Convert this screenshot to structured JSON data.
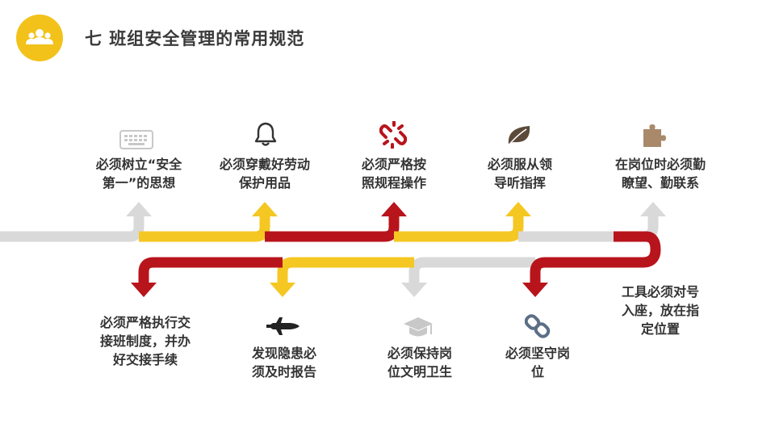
{
  "header": {
    "title": "七  班组安全管理的常用规范",
    "icon": "people-group-icon",
    "accent_color": "#F2C21B"
  },
  "colors": {
    "gray": "#D9D9D9",
    "yellow": "#F5C722",
    "red": "#B8141C"
  },
  "top_items": [
    {
      "line1": "必须树立“安全",
      "line2": "第一”的思想",
      "icon": "keyboard-icon",
      "arrow_color": "gray"
    },
    {
      "line1": "必须穿戴好劳动",
      "line2": "保护用品",
      "icon": "bell-icon",
      "arrow_color": "yellow"
    },
    {
      "line1": "必须严格按",
      "line2": "照规程操作",
      "icon": "broken-link-icon",
      "arrow_color": "red"
    },
    {
      "line1": "必须服从领",
      "line2": "导听指挥",
      "icon": "leaf-icon",
      "arrow_color": "yellow"
    },
    {
      "line1": "在岗位时必须勤",
      "line2": "瞭望、勤联系",
      "icon": "puzzle-icon",
      "arrow_color": "gray"
    }
  ],
  "bottom_items": [
    {
      "line1": "必须严格执行交",
      "line2": "接班制度，并办",
      "line3": "好交接手续",
      "icon": "",
      "arrow_color": "red"
    },
    {
      "line1": "发现隐患必",
      "line2": "须及时报告",
      "icon": "space-shuttle-icon",
      "arrow_color": "yellow"
    },
    {
      "line1": "必须保持岗",
      "line2": "位文明卫生",
      "icon": "graduation-cap-icon",
      "arrow_color": "gray"
    },
    {
      "line1": "必须坚守岗",
      "line2": "位",
      "icon": "chain-link-icon",
      "arrow_color": "red"
    },
    {
      "line1": "工具必须对号",
      "line2": "入座，放在指",
      "line3": "定位置",
      "icon": "",
      "arrow_color": "red"
    }
  ]
}
